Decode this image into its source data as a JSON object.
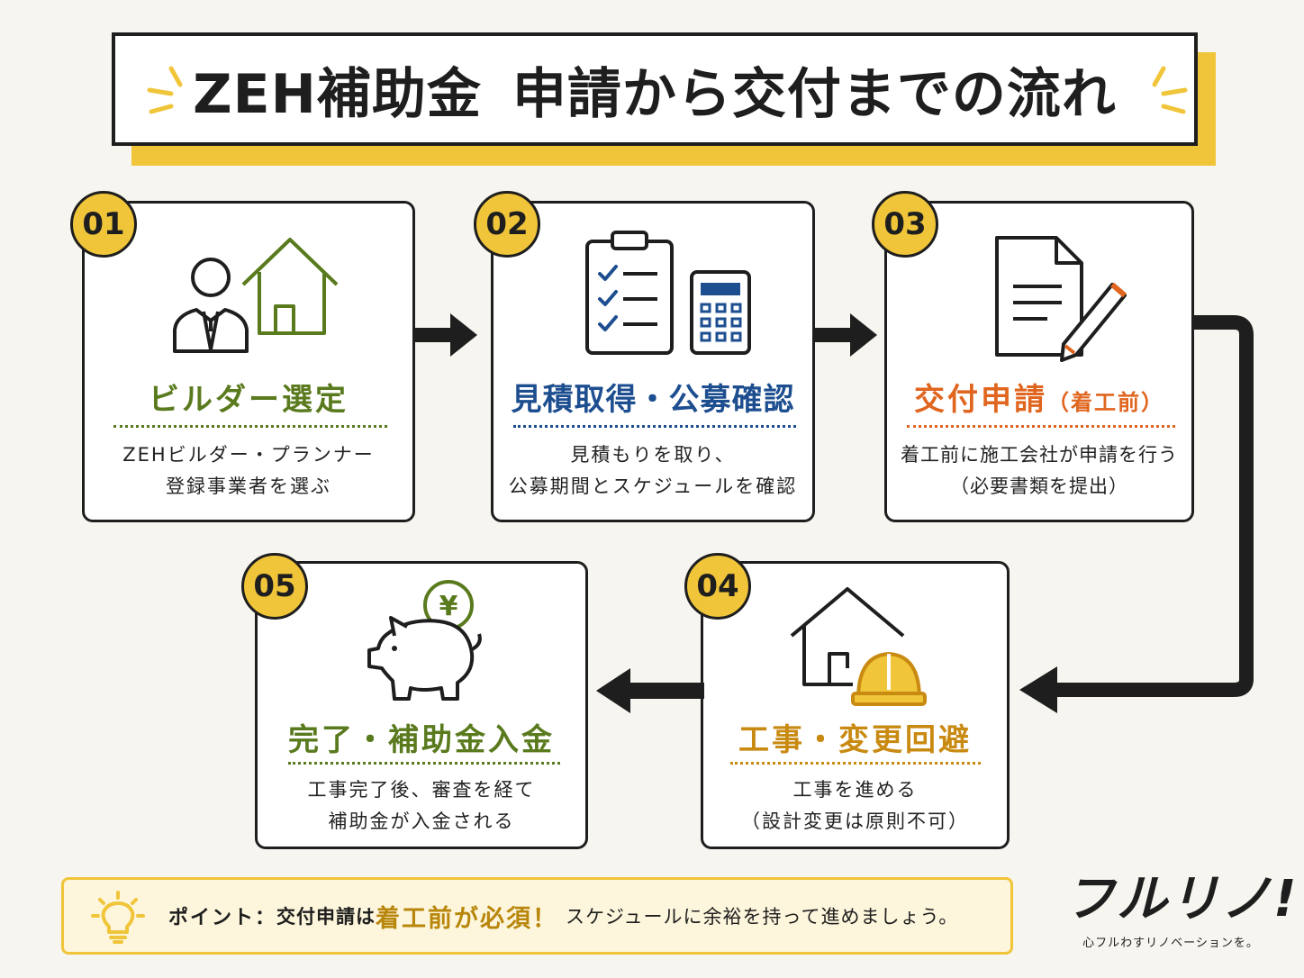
{
  "title": {
    "part1": "ZEH補助金",
    "part2": "申請から交付までの流れ"
  },
  "colors": {
    "accent": "#f0c53a",
    "step1": "#5a7a1e",
    "step2": "#1d4e8f",
    "step3": "#e0651e",
    "step4": "#c98a12",
    "step5": "#5a7a1e",
    "ink": "#1e1e1e"
  },
  "steps": [
    {
      "number": "01",
      "title": "ビルダー選定",
      "title_sub": "",
      "desc1": "ZEHビルダー・プランナー",
      "desc2": "登録事業者を選ぶ",
      "icon": "person-house-icon"
    },
    {
      "number": "02",
      "title": "見積取得・公募確認",
      "title_sub": "",
      "desc1": "見積もりを取り、",
      "desc2": "公募期間とスケジュールを確認",
      "icon": "clipboard-calculator-icon"
    },
    {
      "number": "03",
      "title": "交付申請",
      "title_sub": "（着工前）",
      "desc1": "着工前に施工会社が申請を行う",
      "desc2": "（必要書類を提出）",
      "icon": "document-pencil-icon"
    },
    {
      "number": "04",
      "title": "工事・変更回避",
      "title_sub": "",
      "desc1": "工事を進める",
      "desc2": "（設計変更は原則不可）",
      "icon": "house-helmet-icon"
    },
    {
      "number": "05",
      "title": "完了・補助金入金",
      "title_sub": "",
      "desc1": "工事完了後、審査を経て",
      "desc2": "補助金が入金される",
      "icon": "piggy-bank-yen-icon"
    }
  ],
  "point": {
    "lead": "ポイント：",
    "text_a": "交付申請は",
    "emphasis": "着工前が必須！",
    "text_b": "スケジュールに余裕を持って進めましょう。"
  },
  "logo": {
    "mark": "フルリノ!",
    "tagline": "心フルわすリノベーションを。"
  }
}
